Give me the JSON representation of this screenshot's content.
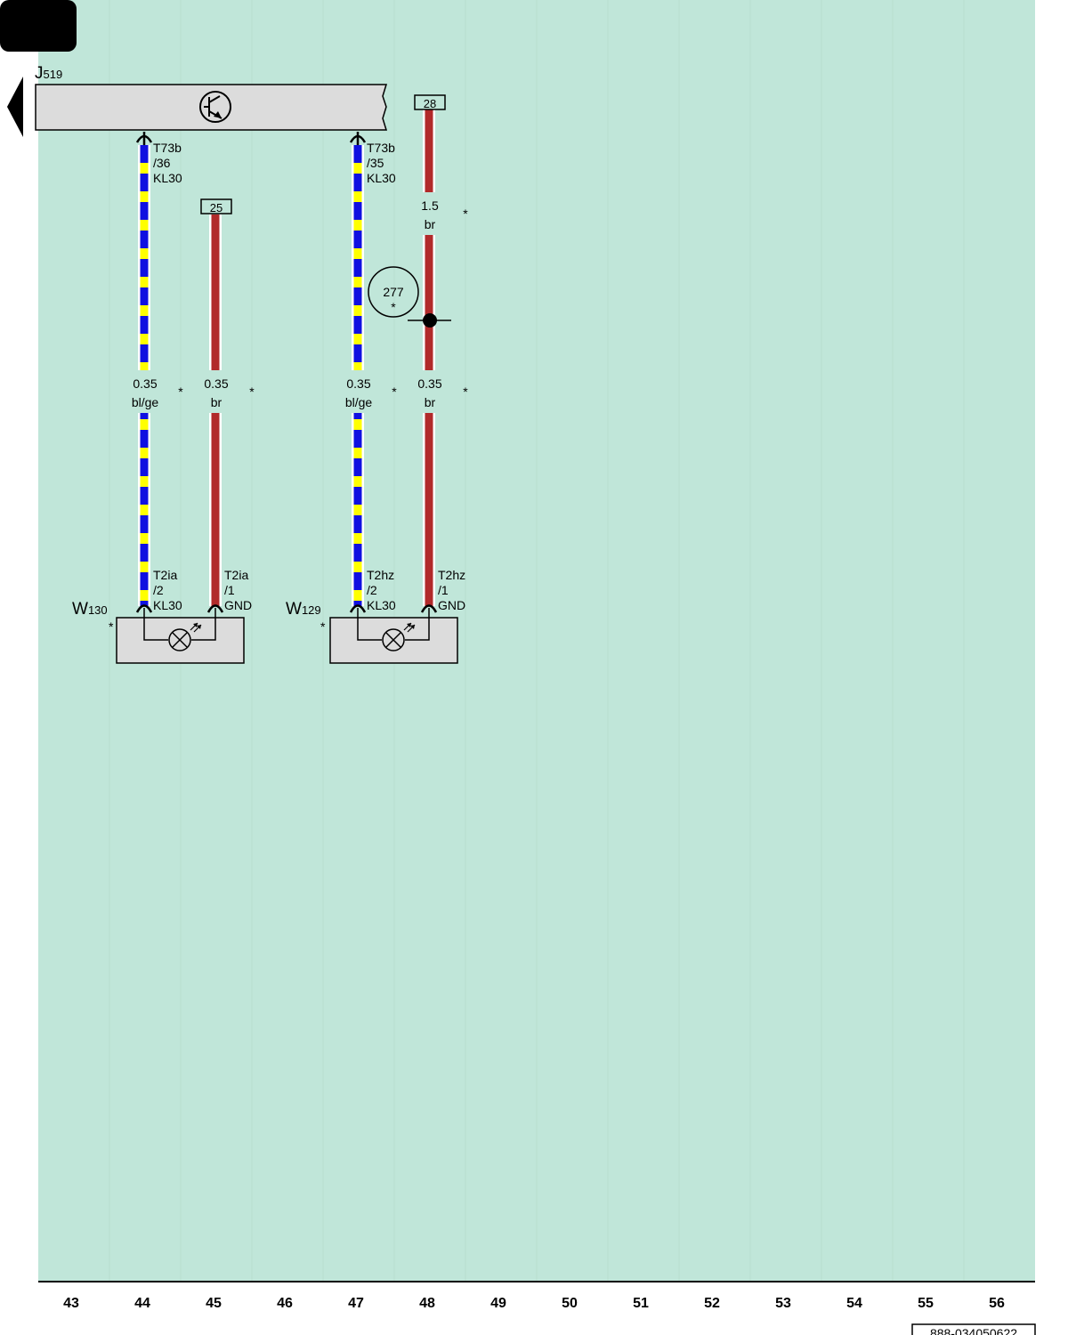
{
  "colors": {
    "background": "#c0e6d9",
    "component_fill": "#dcdcdc",
    "wire_br": "#b12a2a",
    "wire_bl": "#1010e0",
    "wire_ge": "#ffff00"
  },
  "module": {
    "name_main": "J",
    "name_sub": "519",
    "symbol": "transistor-icon"
  },
  "junction": {
    "number": "277",
    "star": "*"
  },
  "boxes": [
    {
      "id": "25",
      "label": "25"
    },
    {
      "id": "28",
      "label": "28"
    }
  ],
  "wires": [
    {
      "id": "w44",
      "size": "0.35",
      "color": "bl/ge",
      "star": "*"
    },
    {
      "id": "w45",
      "size": "0.35",
      "color": "br",
      "star": "*"
    },
    {
      "id": "w47",
      "size": "0.35",
      "color": "bl/ge",
      "star": "*"
    },
    {
      "id": "w48b",
      "size": "0.35",
      "color": "br",
      "star": "*"
    },
    {
      "id": "w48t",
      "size": "1.5",
      "color": "br",
      "star": "*"
    }
  ],
  "connectors": [
    {
      "id": "c44top",
      "l1": "T73b",
      "l2": "/36",
      "l3": "KL30"
    },
    {
      "id": "c47top",
      "l1": "T73b",
      "l2": "/35",
      "l3": "KL30"
    },
    {
      "id": "c44bot",
      "l1": "T2ia",
      "l2": "/2",
      "l3": "KL30"
    },
    {
      "id": "c45bot",
      "l1": "T2ia",
      "l2": "/1",
      "l3": "GND"
    },
    {
      "id": "c47bot",
      "l1": "T2hz",
      "l2": "/2",
      "l3": "KL30"
    },
    {
      "id": "c48bot",
      "l1": "T2hz",
      "l2": "/1",
      "l3": "GND"
    }
  ],
  "lamps": [
    {
      "id": "w130",
      "name_main": "W",
      "name_sub": "130",
      "star": "*",
      "symbol": "lamp-icon"
    },
    {
      "id": "w129",
      "name_main": "W",
      "name_sub": "129",
      "star": "*",
      "symbol": "lamp-icon"
    }
  ],
  "columns": [
    "43",
    "44",
    "45",
    "46",
    "47",
    "48",
    "49",
    "50",
    "51",
    "52",
    "53",
    "54",
    "55",
    "56"
  ],
  "ref_number": "888-034050622"
}
